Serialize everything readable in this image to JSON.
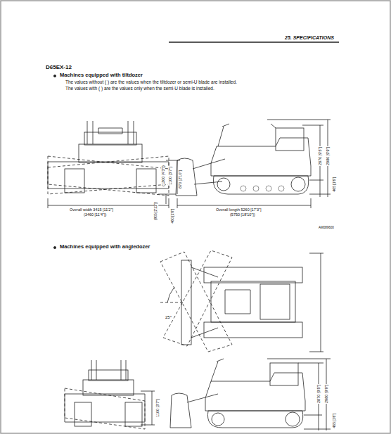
{
  "diagram": {
    "labels": [
      "25. SPECIFICATIONS",
      "D65EX-12",
      "Machines equipped with tiltdozer",
      "The values without (      ) are the values when the tiltdozer or semi-U blade are installed.",
      "The values with (      ) are the values only when the semi-U blade is installed.",
      "1100 [3'7\"]",
      "(1300 [4'3\"])",
      "870 [2'10\"]",
      "(905 [2'11\"])",
      "460 [1'6\"]",
      "Overall width 3415 [11'2\"]",
      "(3460 [11'4\"])",
      "Overall length 5260 [17'3\"]",
      "(5750 [18'10\"])",
      "2870 [9'5\"]",
      "2980 [9'9\"]",
      "465 [1'6\"]",
      "AM089600",
      "Machines equipped with angledozer",
      "25°",
      "2870 [9'5\"]",
      "2980 [9'9\"]",
      "465 [1'6\"]",
      "1100 [3'7\"]"
    ]
  }
}
